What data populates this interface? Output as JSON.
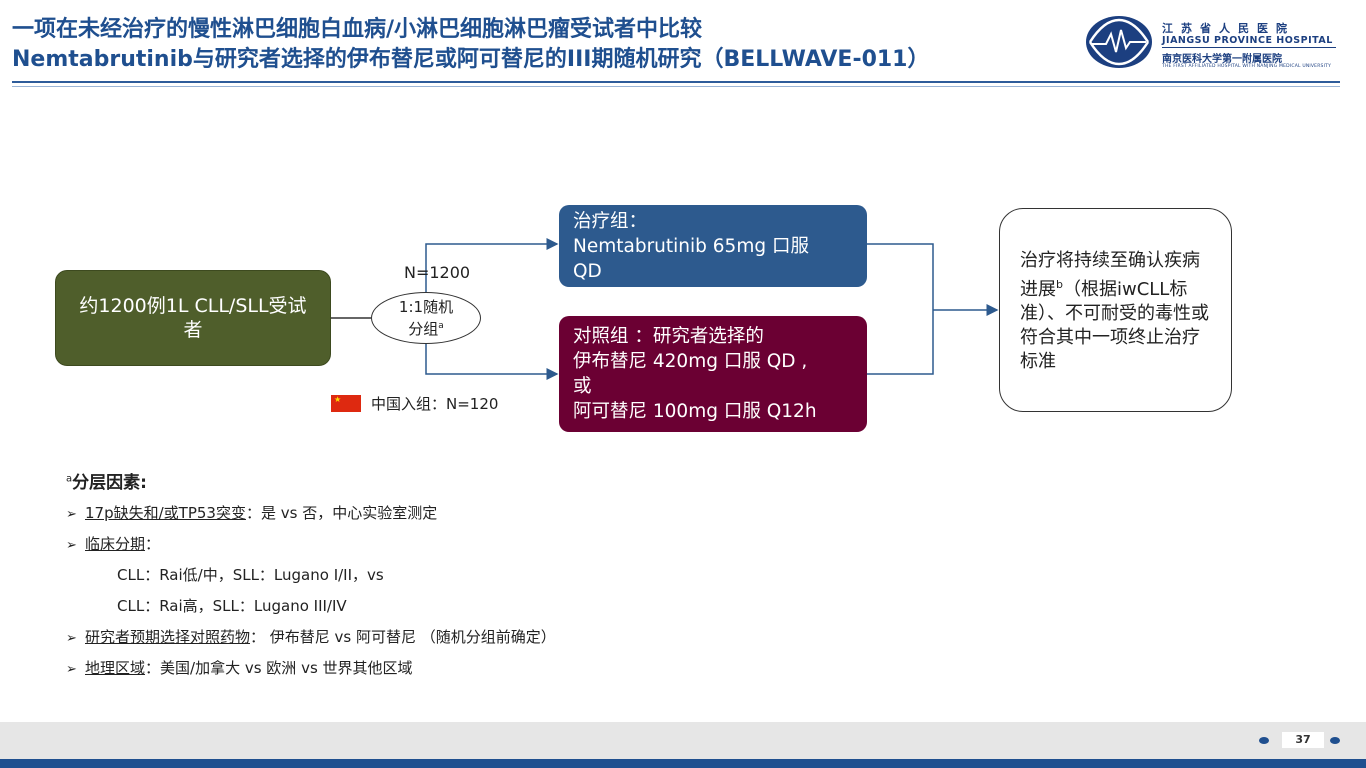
{
  "header": {
    "title_line1": "一项在未经治疗的慢性淋巴细胞白血病/小淋巴细胞淋巴瘤受试者中比较",
    "title_line2": "Nemtabrutinib与研究者选择的伊布替尼或阿可替尼的III期随机研究（BELLWAVE-011）"
  },
  "logo": {
    "cn": "江苏省人民医院",
    "en": "JIANGSU PROVINCE HOSPITAL",
    "sub": "南京医科大学第一附属医院",
    "tiny": "THE FIRST AFFILIATED HOSPITAL WITH NANJING MEDICAL UNIVERSITY"
  },
  "diagram": {
    "population": "约1200例1L CLL/SLL受试者",
    "randomization_line1": "1:1随机",
    "randomization_line2": "分组",
    "randomization_sup": "a",
    "n_total": "N=1200",
    "treatment": {
      "line1": "治疗组：",
      "line2": "Nemtabrutinib 65mg 口服",
      "line3": "QD"
    },
    "control": {
      "line1": "对照组 ：研究者选择的",
      "line2": "伊布替尼 420mg 口服 QD ,",
      "line3": "或",
      "line4": "阿可替尼 100mg 口服 Q12h"
    },
    "china_enrollment": "中国入组：N=120",
    "outcome_part1": "治疗将持续至确认疾病进展",
    "outcome_sup": "b",
    "outcome_part2": "（根据iwCLL标准）、不可耐受的毒性或符合其中一项终止治疗标准"
  },
  "stratification": {
    "title_sup": "a",
    "title": "分层因素:",
    "items": [
      {
        "label": "17p缺失和/或TP53突变",
        "text": "：是 vs 否，中心实验室测定"
      },
      {
        "label": "临床分期",
        "text": "："
      },
      {
        "label": "研究者预期选择对照药物",
        "text": "： 伊布替尼 vs 阿可替尼 （随机分组前确定）"
      },
      {
        "label": "地理区域",
        "text": "：美国/加拿大 vs 欧洲 vs 世界其他区域"
      }
    ],
    "stage_line1": "CLL：Rai低/中，SLL：Lugano I/II，vs",
    "stage_line2": "CLL：Rai高，SLL：Lugano III/IV"
  },
  "footer": {
    "page_number": "37"
  },
  "colors": {
    "title_blue": "#1f4f8f",
    "population_green": "#4f5e2b",
    "treatment_blue": "#2d5a8e",
    "control_maroon": "#6b0033"
  }
}
